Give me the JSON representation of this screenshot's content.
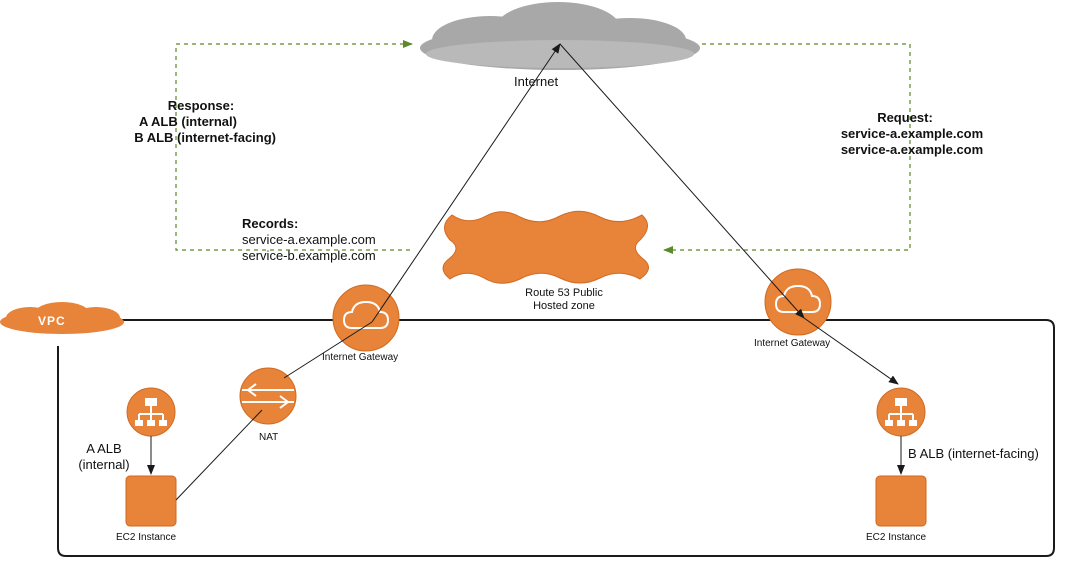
{
  "colors": {
    "aws_orange": "#e8833a",
    "aws_orange_dark": "#d06a22",
    "cloud_gray": "#a8a8a8",
    "dashed_green": "#5c8a2a",
    "line": "#1a1a1a"
  },
  "internet": {
    "label": "Internet",
    "icon": "cloud-icon"
  },
  "response": {
    "title": "Response:",
    "line1": "A ALB (internal)",
    "line2": "B ALB (internet-facing)"
  },
  "request": {
    "title": "Request:",
    "line1": "service-a.example.com",
    "line2": "service-a.example.com"
  },
  "records": {
    "title": "Records:",
    "line1": "service-a.example.com",
    "line2": "service-b.example.com"
  },
  "route53": {
    "line1": "Route 53 Public",
    "line2": "Hosted zone",
    "icon": "route53-icon"
  },
  "vpc": {
    "label": "VPC",
    "icon": "vpc-cloud-icon"
  },
  "igw_left": {
    "label": "Internet Gateway",
    "icon": "internet-gateway-icon"
  },
  "igw_right": {
    "label": "Internet Gateway",
    "icon": "internet-gateway-icon"
  },
  "nat": {
    "label": "NAT",
    "icon": "nat-router-icon"
  },
  "alb_a": {
    "line1": "A ALB",
    "line2": "(internal)",
    "icon": "load-balancer-icon"
  },
  "alb_b": {
    "label": "B ALB (internet-facing)",
    "icon": "load-balancer-icon"
  },
  "ec2_left": {
    "label": "EC2 Instance",
    "icon": "ec2-instance-icon"
  },
  "ec2_right": {
    "label": "EC2 Instance",
    "icon": "ec2-instance-icon"
  }
}
